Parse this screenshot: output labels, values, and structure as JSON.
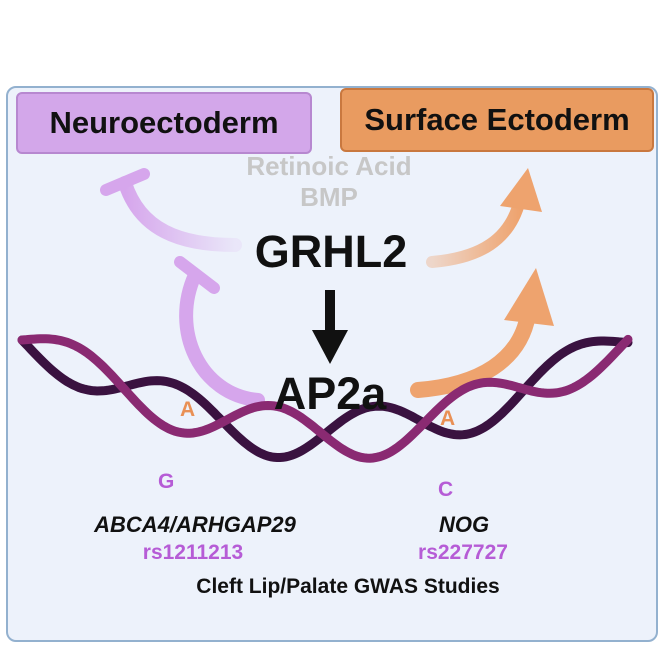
{
  "boxes": {
    "neuroectoderm": "Neuroectoderm",
    "surface_ectoderm": "Surface Ectoderm"
  },
  "signals": {
    "retinoic_acid": "Retinoic Acid",
    "bmp": "BMP"
  },
  "factors": {
    "grhl2": "GRHL2",
    "ap2a": "AP2a"
  },
  "nucleotides": {
    "left_top": "A",
    "left_bottom": "G",
    "right_top": "A",
    "right_bottom": "C"
  },
  "loci": {
    "left_gene": "ABCA4/ARHGAP29",
    "left_snp": "rs1211213",
    "right_gene": "NOG",
    "right_snp": "rs227727"
  },
  "footer": "Cleft Lip/Palate GWAS Studies",
  "colors": {
    "neuro": "#d3a7ea",
    "surface": "#e99b60",
    "dna_dark": "#3a1240",
    "dna_mid": "#8a2a72",
    "inhibit": "#d6a6ec",
    "activate": "#eea36e"
  }
}
